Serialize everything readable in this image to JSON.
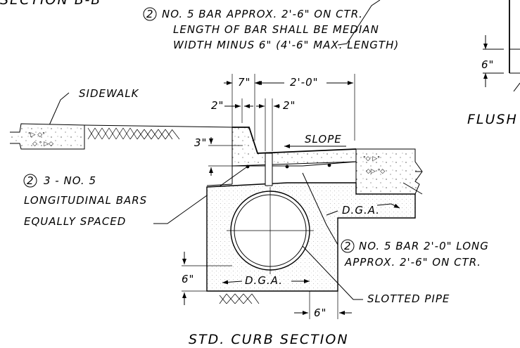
{
  "labels": {
    "section_header": "SECTION B-B",
    "note_top_num": "2",
    "note_top_line1": "NO. 5 BAR APPROX. 2'-6\" ON CTR.",
    "note_top_line2": "LENGTH OF BAR SHALL BE MEDIAN",
    "note_top_line3": "WIDTH MINUS 6\" (4'-6\" MAX. LENGTH)",
    "dim_6_right": "6\"",
    "flush": "FLUSH",
    "dim_7": "7\"",
    "dim_2_0": "2'-0\"",
    "sidewalk": "SIDEWALK",
    "dim_2a": "2\"",
    "dim_2b": "2\"",
    "dim_3": "3\"",
    "slope": "SLOPE",
    "note_left_num": "2",
    "note_left_line1": "3 - NO. 5",
    "note_left_line2": "LONGITUDINAL BARS",
    "note_left_line3": "EQUALLY SPACED",
    "dga_right": "D.G.A.",
    "note_bar_num": "2",
    "note_bar_line1": "NO. 5 BAR 2'-0\" LONG",
    "note_bar_line2": "APPROX. 2'-6\" ON CTR.",
    "dim_6_left": "6\"",
    "dga_bottom": "D.G.A.",
    "slotted_pipe": "SLOTTED PIPE",
    "dim_6_bottom": "6\"",
    "title": "STD. CURB SECTION"
  }
}
